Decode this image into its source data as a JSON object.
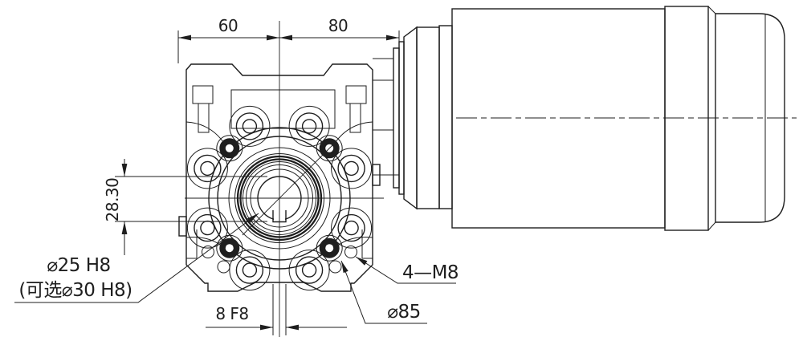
{
  "drawing": {
    "type": "mechanical-engineering-drawing",
    "subject": "worm-gearbox-with-motor-assembly",
    "background_color": "#ffffff",
    "line_color": "#1e1e1e",
    "dimensions": {
      "top_left_width": "60",
      "top_right_width": "80",
      "bore_keyway_height": "28.30",
      "keyway_width": "8 F8"
    },
    "labels": {
      "output_bore": "⌀25 H8",
      "output_bore_optional": "(可选⌀30 H8)",
      "mounting_holes": "4—M8",
      "bolt_circle": "⌀85"
    }
  }
}
